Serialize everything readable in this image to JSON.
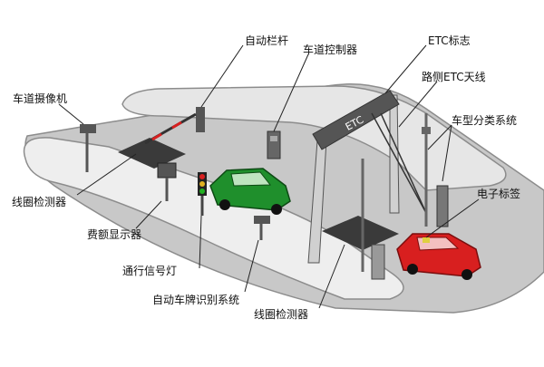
{
  "labels": {
    "auto_barrier": "自动栏杆",
    "lane_controller": "车道控制器",
    "etc_sign": "ETC标志",
    "roadside_antenna": "路侧ETC天线",
    "lane_camera": "车道摄像机",
    "vehicle_classifier": "车型分类系统",
    "loop_detector_left": "线圈检测器",
    "electronic_tag": "电子标签",
    "fee_display": "费额显示器",
    "traffic_light": "通行信号灯",
    "plate_recognition": "自动车牌识别系统",
    "loop_detector_right": "线圈检测器"
  },
  "gantry_text": "ETC",
  "colors": {
    "road": "#c4c4c4",
    "road_shadow": "#9a9a9a",
    "island": "#e8e8e8",
    "island_edge": "#8c8c8c",
    "green_car": "#1f8f2c",
    "red_car": "#d81f1f",
    "line": "#222222"
  },
  "icons": [
    "barrier-icon",
    "controller-cabinet-icon",
    "camera-icon",
    "display-icon",
    "traffic-light-icon",
    "gantry-icon",
    "antenna-pole-icon",
    "car-icon"
  ]
}
